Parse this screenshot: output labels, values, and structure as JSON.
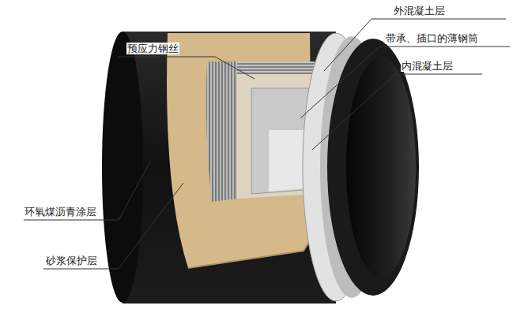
{
  "diagram": {
    "labels": [
      "外混凝土层",
      "带承、插口的薄钢筒",
      "预应力钢丝",
      "内混凝土层",
      "环氧煤沥青涂层",
      "砂浆保护层"
    ]
  }
}
